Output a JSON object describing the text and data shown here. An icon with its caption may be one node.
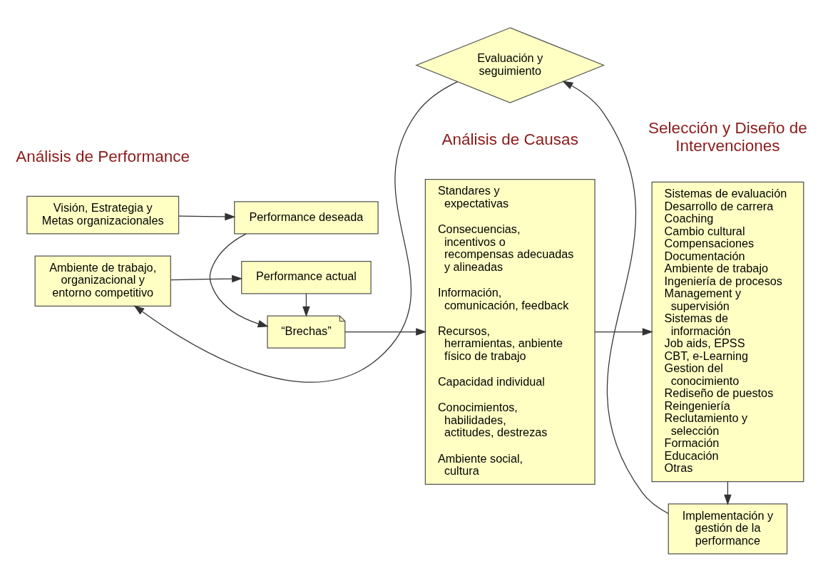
{
  "diagram": {
    "nodes": [
      {
        "text": [
          "Visión, Estrategia y Metas organizacionales"
        ]
      },
      {
        "text": [
          "Performance deseada"
        ]
      },
      {
        "text": [
          "“Brechas”"
        ]
      },
      {
        "text": [
          "Standares y expectativas",
          "Consecuencias, incentivos o recompensas adecuadas y alineadas",
          "Información, comunicación, feedback",
          "Recursos, herramientas, anbiente físico de trabajo",
          "Capacidad individual",
          "Conocimientos, habilidades, actitudes, destrezas",
          "Ambiente social, cultura"
        ]
      },
      {
        "text": [
          "Sistemas de evaluación",
          "Desarrollo de carrera",
          "Coaching",
          "Cambio cultural",
          "Compensaciones",
          "Documentación",
          "Ambiente de trabajo",
          "Ingeniería de procesos",
          "Management y supervisión",
          "Sistemas de información",
          "Job aids, EPSS",
          "CBT, e-Learning",
          "Gestion del conocimiento",
          "Rediseño de puestos",
          "Reingeniería",
          "Reclutamiento y selección",
          "Formación",
          "Educación",
          "Otras"
        ]
      },
      {
        "text": [
          "Ambiente de trabajo, organizacional y entorno competitivo"
        ]
      },
      {
        "text": [
          "Performance actual"
        ]
      },
      {
        "text": [
          "Implementación y gestión de la performance"
        ]
      },
      {
        "text": [
          "Evaluación y seguimiento"
        ]
      }
    ],
    "edges": [
      {
        "from": 0,
        "to": 1,
        "arrow": "to"
      },
      {
        "from": 1,
        "to": 2,
        "arrow": "to"
      },
      {
        "from": 6,
        "to": 2,
        "arrow": "to"
      },
      {
        "from": 5,
        "to": 6,
        "arrow": "to"
      },
      {
        "from": 2,
        "to": 3,
        "arrow": "to"
      },
      {
        "from": 3,
        "to": 4,
        "arrow": "to"
      },
      {
        "from": 4,
        "to": 7,
        "arrow": "to"
      },
      {
        "from": 7,
        "to": 8,
        "arrow": "to"
      },
      {
        "from": 8,
        "to": 5,
        "arrow": "to"
      }
    ],
    "labels": [
      "Análisis de Performance",
      "Análisis de Causas",
      "Selección y Diseño de Intervenciones"
    ]
  }
}
